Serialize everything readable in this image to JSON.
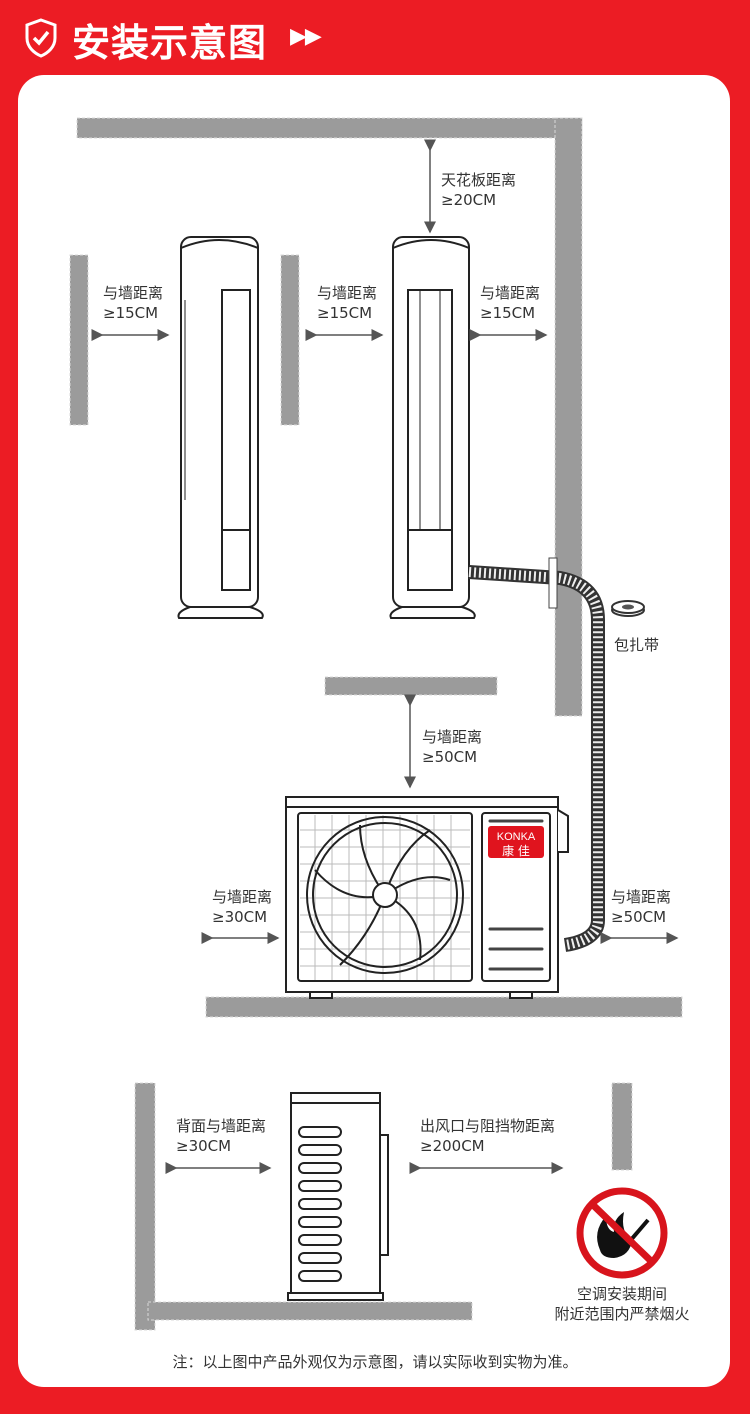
{
  "header": {
    "title": "安装示意图",
    "arrows": "▶▶",
    "icon": "shield-check-icon"
  },
  "labels": {
    "ceiling": {
      "line1": "天花板距离",
      "line2": "≥20CM"
    },
    "wall_left_1": {
      "line1": "与墙距离",
      "line2": "≥15CM"
    },
    "wall_left_2": {
      "line1": "与墙距离",
      "line2": "≥15CM"
    },
    "wall_right": {
      "line1": "与墙距离",
      "line2": "≥15CM"
    },
    "wrap_tape": "包扎带",
    "outdoor_top": {
      "line1": "与墙距离",
      "line2": "≥50CM"
    },
    "outdoor_left": {
      "line1": "与墙距离",
      "line2": "≥30CM"
    },
    "outdoor_right": {
      "line1": "与墙距离",
      "line2": "≥50CM"
    },
    "back": {
      "line1": "背面与墙距离",
      "line2": "≥30CM"
    },
    "outlet": {
      "line1": "出风口与阻挡物距离",
      "line2": "≥200CM"
    },
    "warning": {
      "line1": "空调安装期间",
      "line2": "附近范围内严禁烟火"
    }
  },
  "brand": {
    "en": "KONKA",
    "cn": "康 佳",
    "color": "#e0141e"
  },
  "note": "注：以上图中产品外观仅为示意图，请以实际收到实物为准。",
  "colors": {
    "background": "#ec1c24",
    "wall": "#9b9b9b"
  }
}
